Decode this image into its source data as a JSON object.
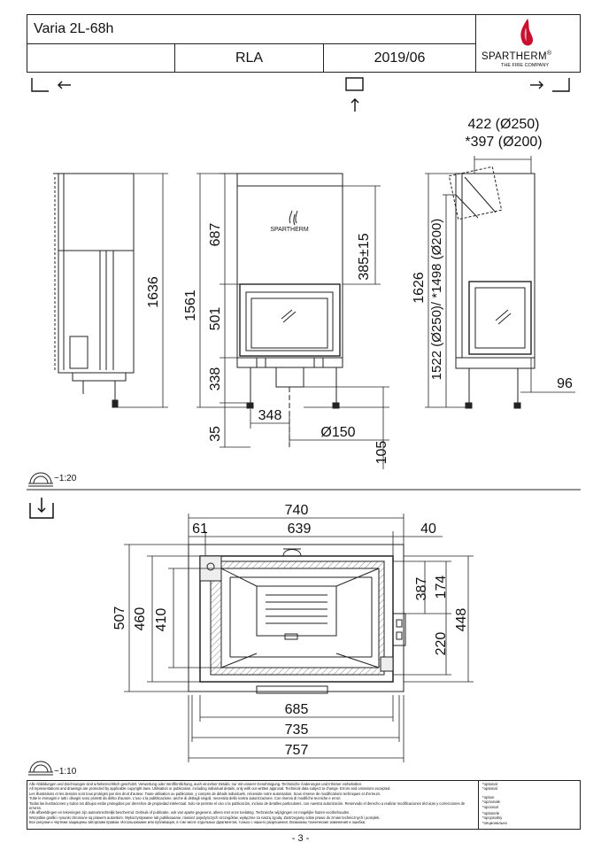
{
  "header": {
    "model": "Varia 2L-68h",
    "variant": "RLA",
    "date": "2019/06",
    "brand": "SPARTHERM",
    "brand_reg": "®",
    "tagline": "THE FIRE COMPANY"
  },
  "front_view": {
    "logo_text": "SPARTHERM",
    "dims": {
      "d1636": "1636",
      "d1561": "1561",
      "d687": "687",
      "d501": "501",
      "d338": "338",
      "d35": "35",
      "d348": "348",
      "d150": "Ø150",
      "d105": "105",
      "d385": "385±15"
    }
  },
  "right_view": {
    "flue_top": "422 (Ø250)",
    "flue_alt": "*397 (Ø200)",
    "d1626": "1626",
    "d1522": "1522 (Ø250)/ *1498 (Ø200)",
    "d96": "96"
  },
  "scale_top": "~1:20",
  "scale_bottom": "~1:10",
  "plan_view": {
    "d740": "740",
    "d61": "61",
    "d639": "639",
    "d40": "40",
    "d507": "507",
    "d460": "460",
    "d410": "410",
    "d387": "387",
    "d174": "174",
    "d220": "220",
    "d448": "448",
    "d685": "685",
    "d735": "735",
    "d757": "757"
  },
  "disclaimer": {
    "lines": [
      "Alle Abbildungen und Zeichnungen sind urheberrechtlich geschützt. Verwertung oder Veröffentlichung, auch einzelner Details, nur mit unserer Genehmigung. Technische Änderungen und Irrtümer vorbehalten.",
      "All representations and drawings are protected by applicable copyright laws. Utilisation or publication, including individual details, only with our written approval. Technical data subject to change. Errors and omissions excepted.",
      "Les illustrations et les dessins sont tous protégés par des droit d'auteur. Toute utilisation ou publication, y compris de détails individuels, nécessite notre autorisation. Sous réserve de modifications techniques et d'erreurs.",
      "Tutte le immagini e tutti i disegni sono protetti da diritto d'autore. L'uso o la pubblicazione, anche di dettagli singoli, necessita della nostra autorizzazione. Con riserva di modifiche tecniche e errori.",
      "Todas las ilustraciones y todos los dibujos están protegidos por derechos de propiedad intelectual. Solo se permite el uso o la publicación, incluso de detalles particulares, con nuestra autorización. Reservado el derecho a realizar modificaciones técnicas y correcciones de errores.",
      "Alle afbeeldingen en tekeningen zijn auteursrechtelijk beschermd. Gebruik of publicatie, ook van aparte gegevens, alleen met onze toelating. Technische wijzigingen en mogelijke fouten voorbehouden.",
      "Wszystkie grafiki i rysunki chronione są prawem autorskim. Wykorzystywanie lub publikowanie, również pojedynczych szczegółów, wyłącznie za naszą zgodą. Zastrzegamy sobie prawo do zmian technicznych i pomyłek.",
      "Все рисунки и чертежи защищены авторским правом. Использование или публикация, в том числе отдельных фрагментов, только с нашего разрешения. Возможны технические изменения и ошибки."
    ],
    "optional": [
      "*optional",
      "*optional",
      "*option",
      "*opzionale",
      "*opcional",
      "*optionele",
      "*opcjonalny",
      "*опционально"
    ]
  },
  "page_number": "- 3 -"
}
